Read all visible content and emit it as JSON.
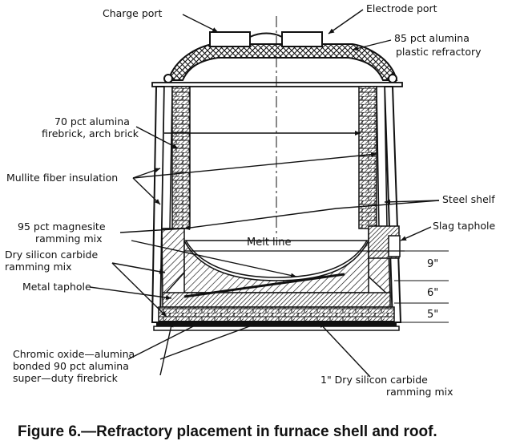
{
  "figure": {
    "caption": "Figure 6.—Refractory placement in furnace shell and roof.",
    "labels": {
      "charge_port": "Charge port",
      "electrode_port": "Electrode port",
      "alumina_85_l1": "85 pct alumina",
      "alumina_85_l2": "plastic refractory",
      "alumina_70_l1": "70 pct alumina",
      "alumina_70_l2": "firebrick, arch brick",
      "mullite": "Mullite fiber insulation",
      "steel_shelf": "Steel shelf",
      "magnesite_l1": "95 pct magnesite",
      "magnesite_l2": "ramming mix",
      "slag_taphole": "Slag taphole",
      "melt_line": "Melt line",
      "dry_sic_l1": "Dry silicon carbide",
      "dry_sic_l2": "ramming mix",
      "metal_taphole": "Metal taphole",
      "dim_9": "9\"",
      "dim_6": "6\"",
      "dim_5": "5\"",
      "chromic_l1": "Chromic oxide—alumina",
      "chromic_l2": "bonded 90 pct alumina",
      "chromic_l3": "super—duty firebrick",
      "sic_1in_l1": "1\" Dry silicon carbide",
      "sic_1in_l2": "ramming mix"
    }
  }
}
